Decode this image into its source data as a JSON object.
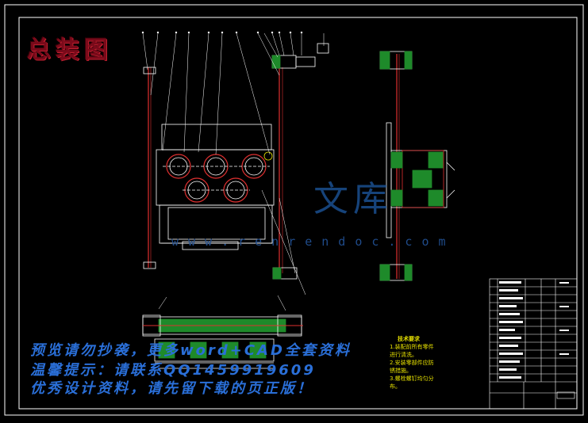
{
  "drawing": {
    "title": "总装图",
    "tech_requirements": {
      "heading": "技术要求",
      "items": [
        "1.装配前所有零件进行清洗。",
        "2.安装零部件应防锈措施。",
        "3.螺栓螺钉均匀分布。"
      ]
    }
  },
  "watermark": {
    "line1": "预览请勿抄袭，更多word+CAD全套资料",
    "line2": "温馨提示：请联系QQ1459919609",
    "line3": "优秀设计资料，请先留下载的页正版！",
    "site": "www.renrendoc.com",
    "logo": "文库"
  },
  "colors": {
    "background": "#000000",
    "frame": "#ffffff",
    "hatch": "#1e8a2a",
    "part_red": "#e03030",
    "yellow": "#e6e000",
    "cyan": "#30c8c8",
    "watermark_blue": "#2a6fd8"
  }
}
